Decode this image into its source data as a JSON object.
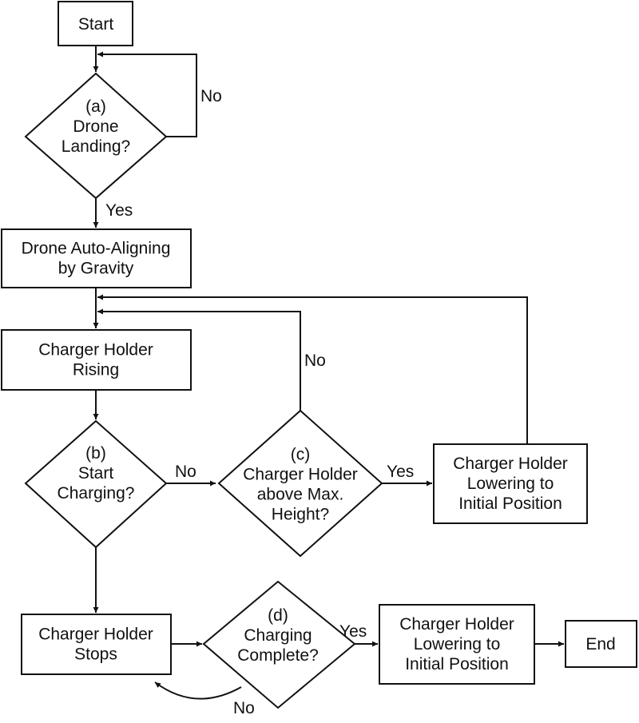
{
  "nodes": {
    "start": {
      "lines": [
        "Start"
      ]
    },
    "decision_a": {
      "lines": [
        "(a)",
        "Drone",
        "Landing?"
      ]
    },
    "auto_align": {
      "lines": [
        "Drone Auto-Aligning",
        "by Gravity"
      ]
    },
    "rising": {
      "lines": [
        "Charger Holder",
        "Rising"
      ]
    },
    "decision_b": {
      "lines": [
        "(b)",
        "Start",
        "Charging?"
      ]
    },
    "decision_c": {
      "lines": [
        "(c)",
        "Charger Holder",
        "above Max.",
        "Height?"
      ]
    },
    "lowering_1": {
      "lines": [
        "Charger Holder",
        "Lowering to",
        "Initial Position"
      ]
    },
    "stops": {
      "lines": [
        "Charger Holder",
        "Stops"
      ]
    },
    "decision_d": {
      "lines": [
        "(d)",
        "Charging",
        "Complete?"
      ]
    },
    "lowering_2": {
      "lines": [
        "Charger Holder",
        "Lowering to",
        "Initial Position"
      ]
    },
    "end": {
      "lines": [
        "End"
      ]
    }
  },
  "edge_labels": {
    "a_no": "No",
    "a_yes": "Yes",
    "b_no": "No",
    "c_no": "No",
    "c_yes": "Yes",
    "d_yes": "Yes",
    "d_no": "No"
  }
}
